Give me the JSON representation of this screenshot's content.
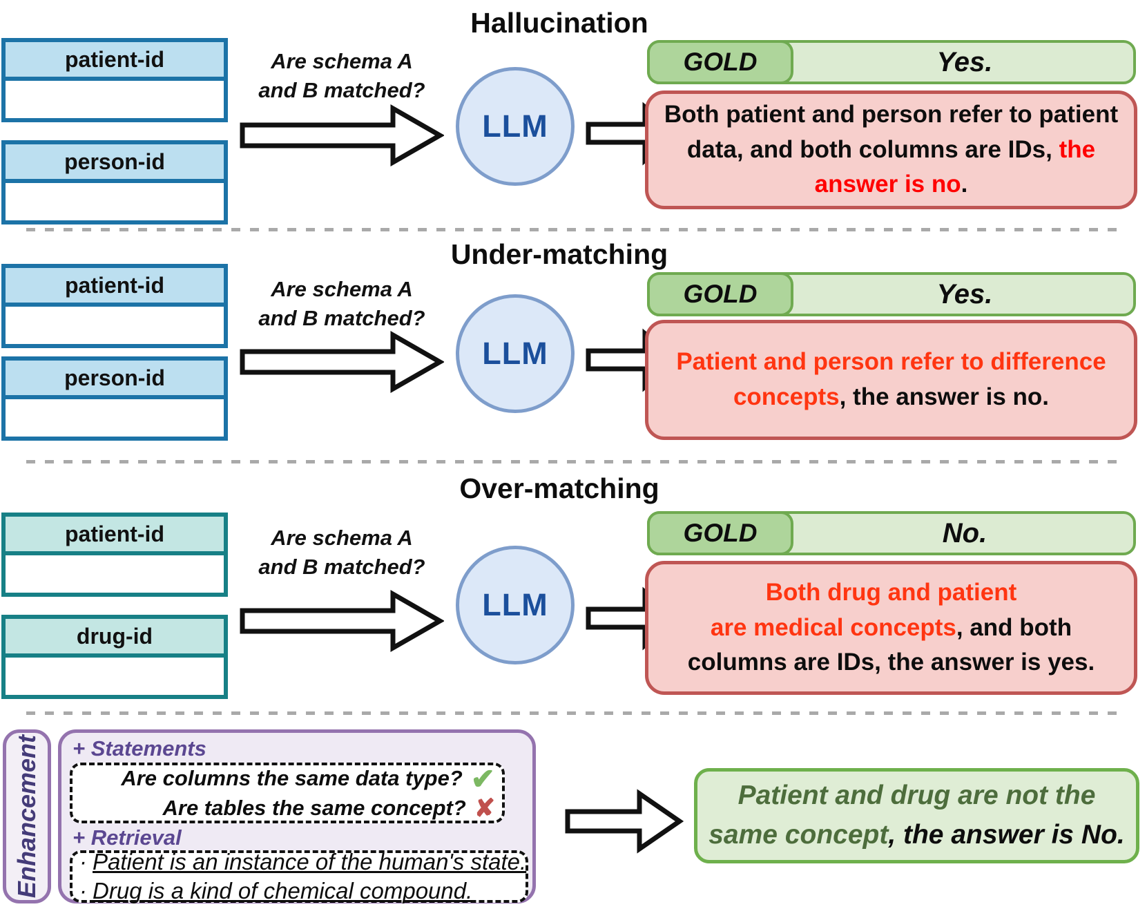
{
  "llm_label": "LLM",
  "sections": [
    {
      "title": "Hallucination",
      "schemas": [
        {
          "header": "patient-id"
        },
        {
          "header": "person-id"
        }
      ],
      "question": {
        "line1": "Are schema A",
        "line2": "and B matched?"
      },
      "gold": {
        "label": "GOLD",
        "value": "Yes."
      },
      "answer": {
        "pre": "Both patient and person refer to patient data, and both columns are IDs, ",
        "highlight": "the answer is no",
        "post": "."
      }
    },
    {
      "title": "Under-matching",
      "schemas": [
        {
          "header": "patient-id"
        },
        {
          "header": "person-id"
        }
      ],
      "question": {
        "line1": "Are schema A",
        "line2": "and B matched?"
      },
      "gold": {
        "label": "GOLD",
        "value": "Yes."
      },
      "answer": {
        "highlight": "Patient and person refer to difference concepts",
        "post": ", the answer is no."
      }
    },
    {
      "title": "Over-matching",
      "schemas": [
        {
          "header": "patient-id"
        },
        {
          "header": "drug-id"
        }
      ],
      "question": {
        "line1": "Are schema A",
        "line2": "and B matched?"
      },
      "gold": {
        "label": "GOLD",
        "value": "No."
      },
      "answer": {
        "line1": "Both drug and patient",
        "highlight2": "are medical concepts",
        "post": ", and both columns are IDs, the answer is yes."
      }
    }
  ],
  "enhancement": {
    "side_label": "Enhancement",
    "statements_label": "+ Statements",
    "statements": [
      {
        "text": "Are columns the same data type?",
        "icon": "check"
      },
      {
        "text": "Are tables the same concept?",
        "icon": "cross"
      }
    ],
    "retrieval_label": "+ Retrieval",
    "bullet": "·",
    "retrieval": [
      {
        "text": "Patient is an instance of the human's state."
      },
      {
        "text": "Drug is a kind of chemical compound."
      }
    ],
    "result": {
      "highlight": "Patient and drug are not the same concept",
      "post": ", the answer is No."
    }
  },
  "icons": {
    "check": "✔",
    "cross": "✘"
  },
  "colors": {
    "table_blue_border": "#1c73a7",
    "table_blue_header": "#bcdff0",
    "table_teal_border": "#178086",
    "table_teal_header": "#c3e6e3",
    "llm_fill": "#dce8f8",
    "llm_border": "#7e9dcb",
    "llm_text": "#1b4f9c",
    "gold_bar_fill": "#dcebd2",
    "gold_badge_fill": "#aed59b",
    "green_border": "#6faa50",
    "wrong_box_fill": "#f7cfcc",
    "wrong_box_border": "#bf5654",
    "error_red": "#ff0000",
    "error_orange_red": "#ff3511",
    "correct_box_fill": "#dfedd5",
    "correct_text_green": "#4d6d3c",
    "purple_border": "#9473ae",
    "purple_fill": "#efeaf4",
    "purple_text": "#5b4791",
    "enhancement_text": "#443b78",
    "separator_gray": "#a9a9a9",
    "check_green": "#7cb862",
    "cross_red": "#c0504d"
  }
}
